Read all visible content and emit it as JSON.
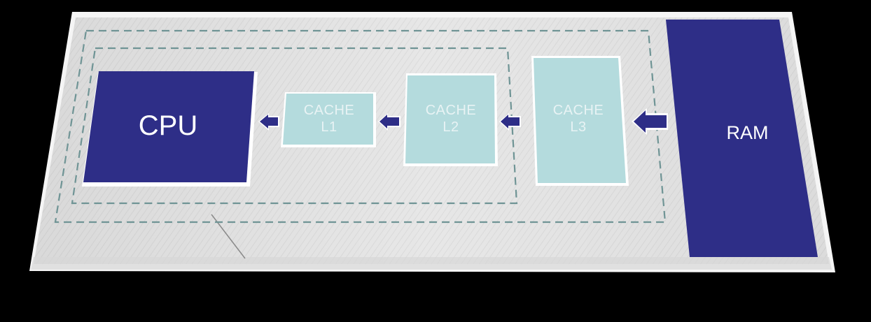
{
  "diagram": {
    "cpu_label": "CPU",
    "ram_label": "RAM",
    "caches": [
      {
        "label": "CACHE\nL1"
      },
      {
        "label": "CACHE\nL2"
      },
      {
        "label": "CACHE\nL3"
      }
    ]
  },
  "colors": {
    "background": "#000000",
    "panel": "#e6e6e6",
    "processor_box": "#2e2e87",
    "cache_box": "#b4dbdd",
    "arrow": "#2e2e87",
    "dashed_border": "#6f9495"
  }
}
